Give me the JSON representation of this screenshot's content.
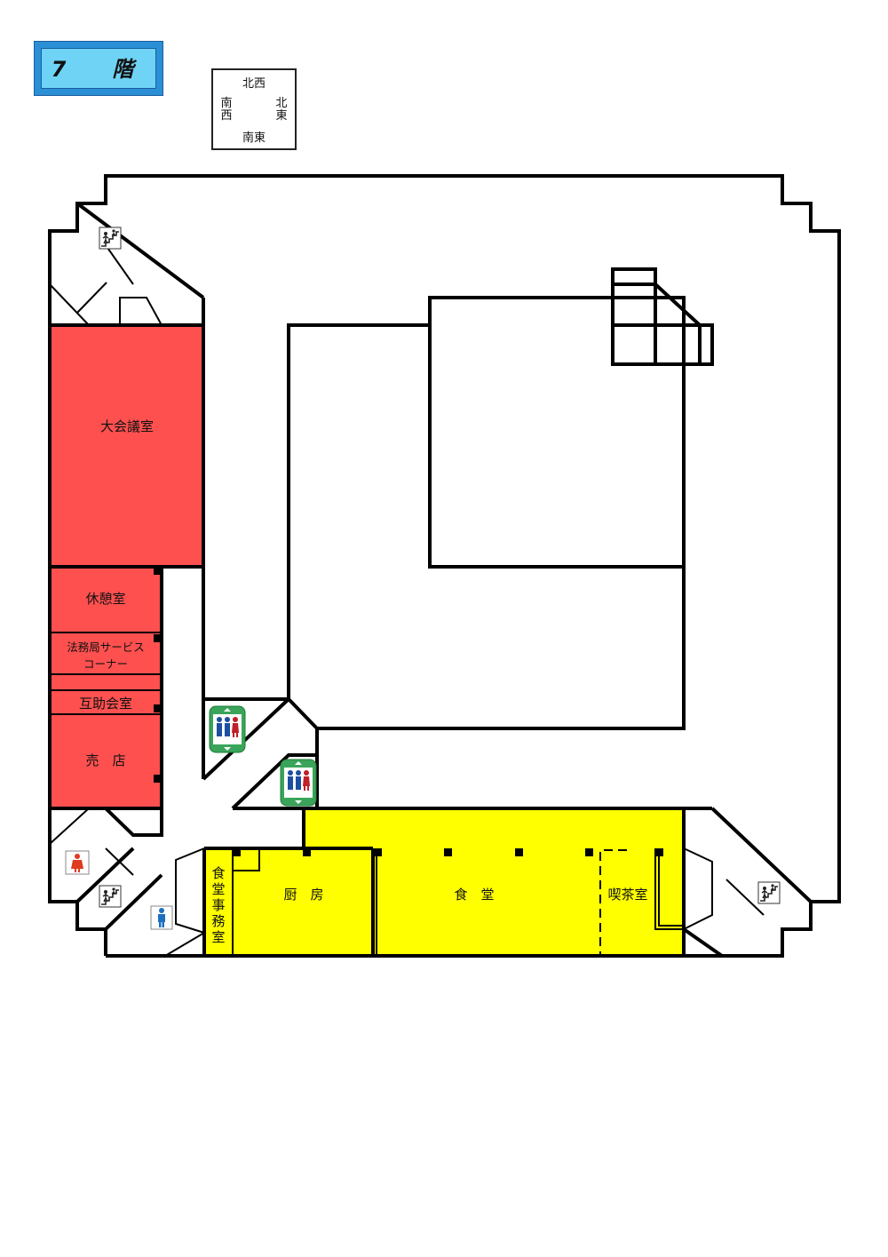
{
  "floor": {
    "label": "7　階"
  },
  "compass": {
    "top": "北西",
    "left": "南西",
    "right": "北東",
    "bottom": "南東"
  },
  "rooms": {
    "grand_conference": "大会議室",
    "lounge": "休憩室",
    "legal_affairs_line1": "法務局サービス",
    "legal_affairs_line2": "コーナー",
    "mutual_aid": "互助会室",
    "shop": "売　店",
    "cafeteria_office": "食堂事務室",
    "kitchen": "厨　房",
    "cafeteria": "食　堂",
    "tea_room": "喫茶室"
  },
  "colors": {
    "red_rooms": "#ff5050",
    "yellow_rooms": "#ffff00",
    "walls": "#000000",
    "elevator": "#3aa55a",
    "toilet_women": "#e03a1e",
    "toilet_men": "#1d6fc0"
  },
  "icons": {
    "stairs": "stairs-icon",
    "elevator": "elevator-icon",
    "toilet_women": "womens-toilet-icon",
    "toilet_men": "mens-toilet-icon"
  }
}
